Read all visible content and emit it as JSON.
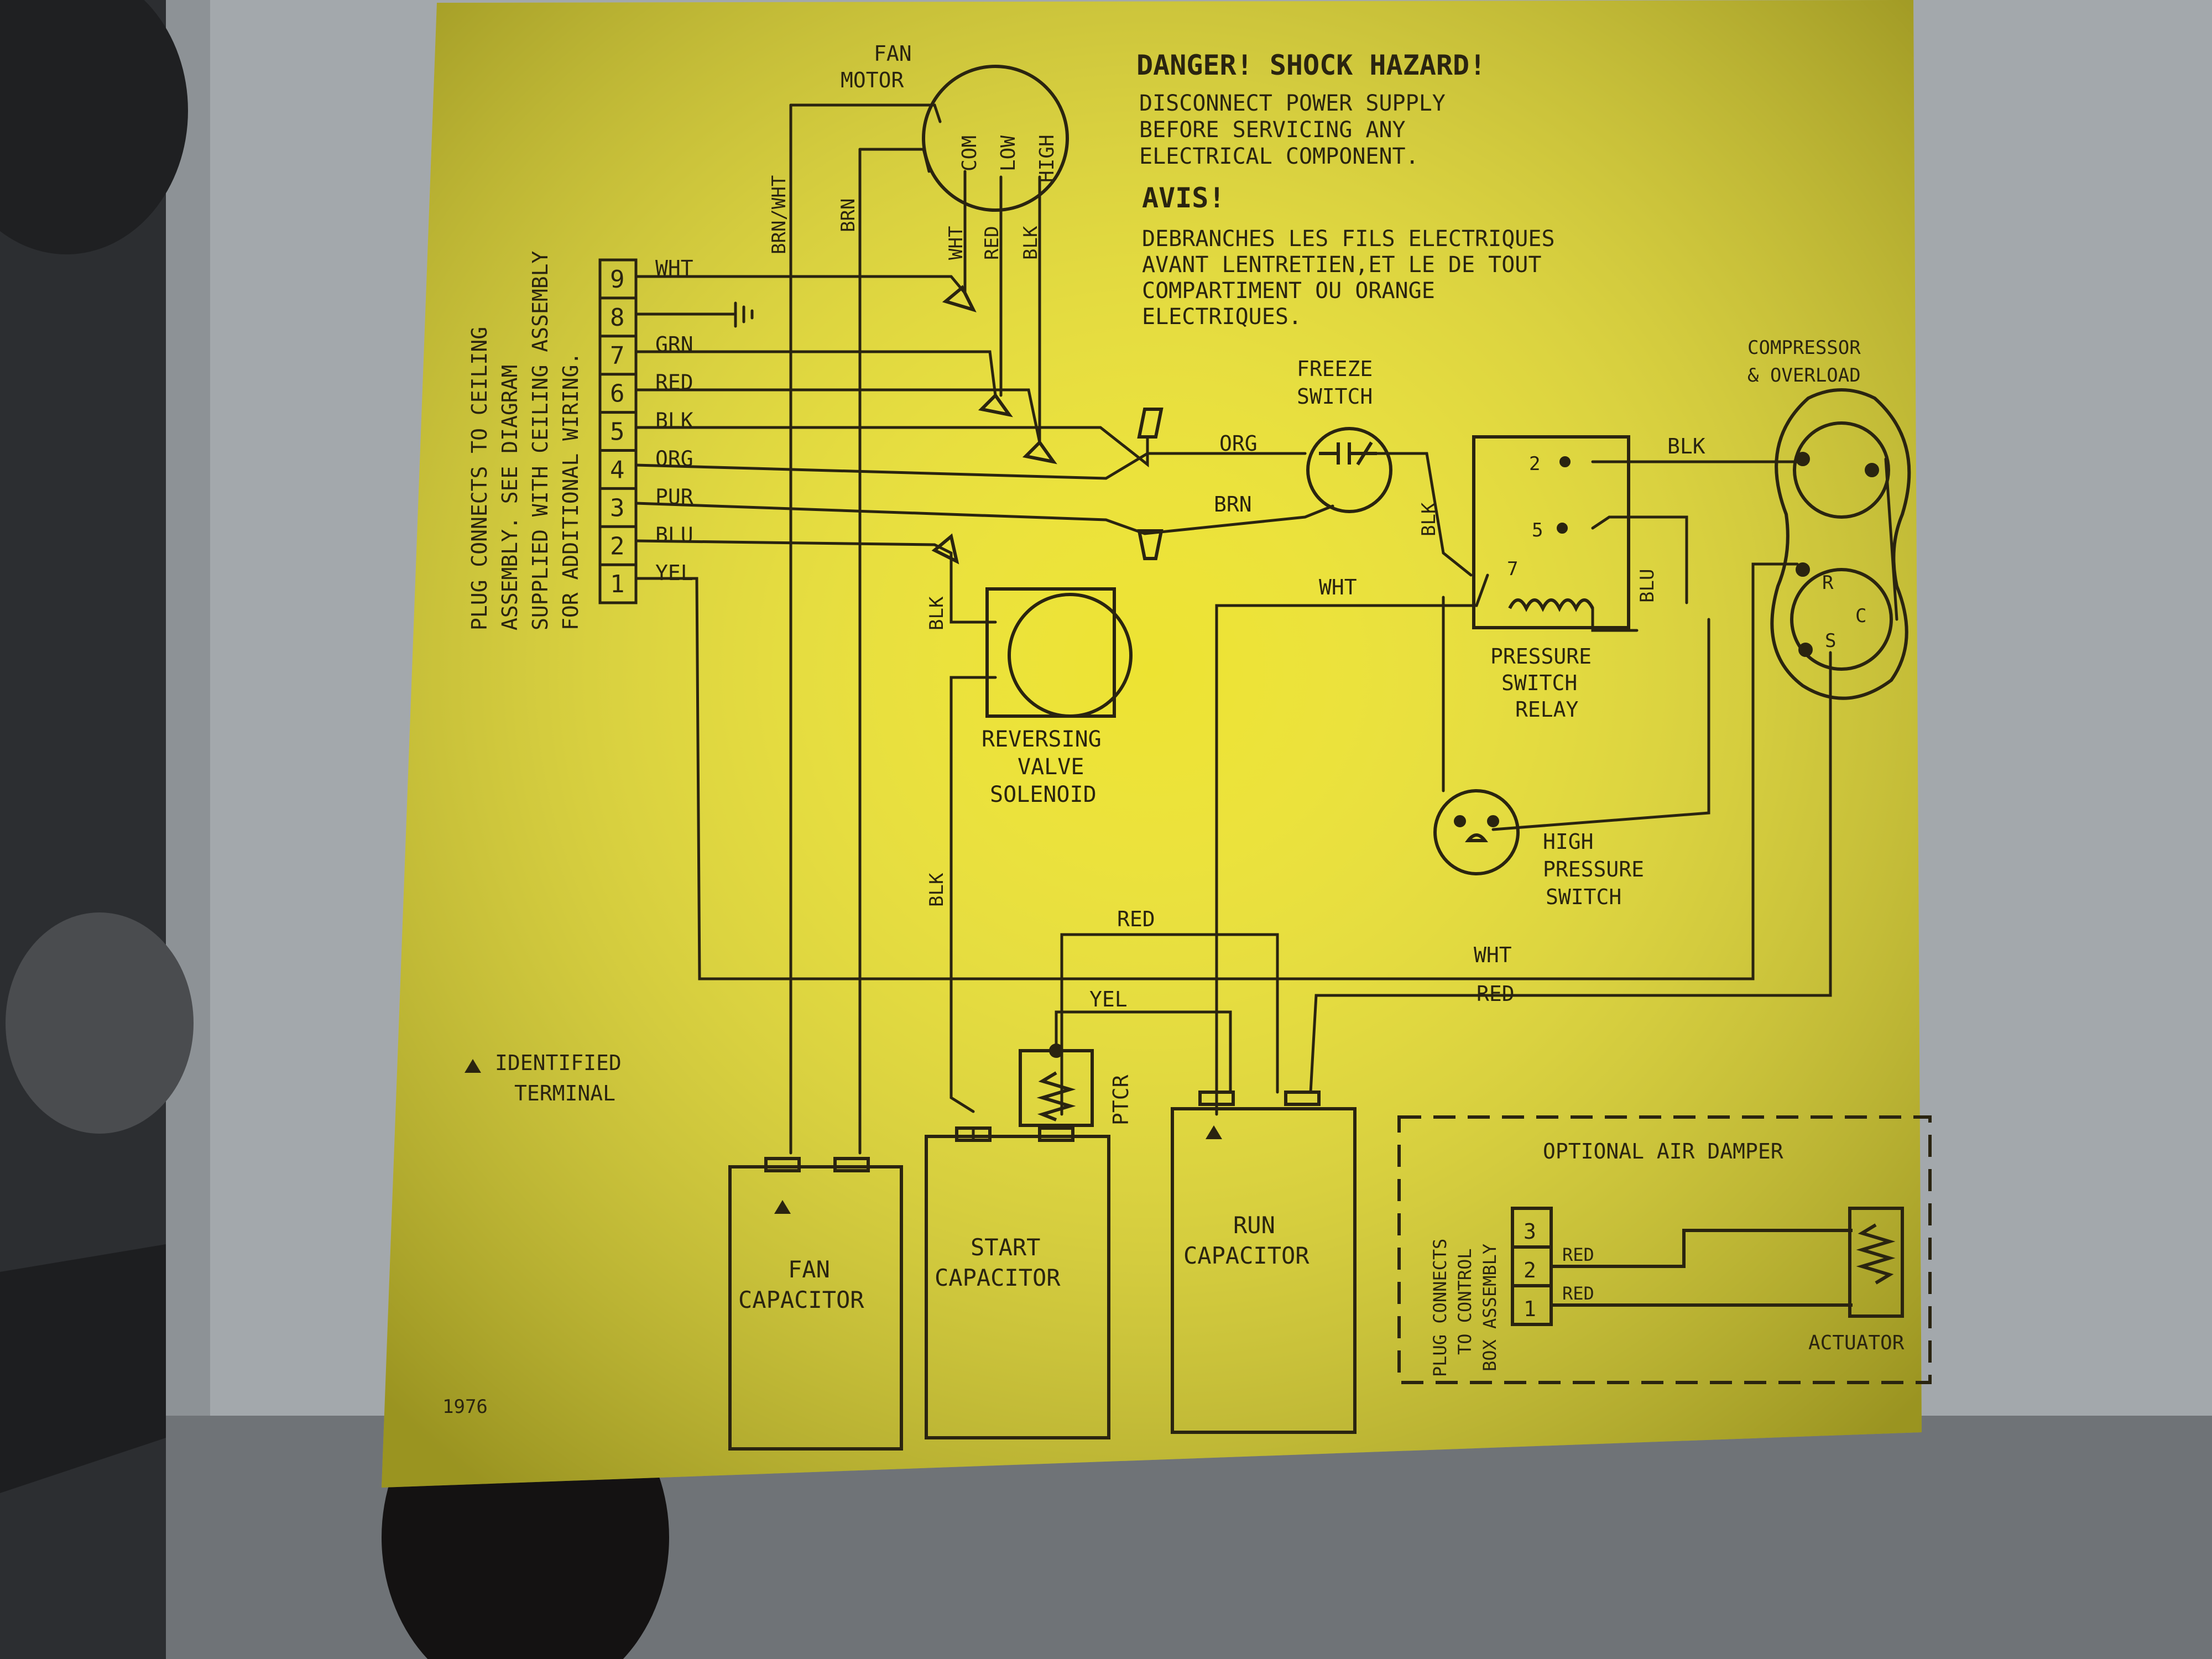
{
  "warning": {
    "heading": "DANGER! SHOCK HAZARD!",
    "lines": [
      "DISCONNECT POWER SUPPLY",
      "BEFORE SERVICING ANY",
      "ELECTRICAL COMPONENT."
    ],
    "fr_heading": "AVIS!",
    "fr_lines": [
      "DEBRANCHES LES FILS ELECTRIQUES",
      "AVANT LENTRETIEN,ET LE DE TOUT",
      "COMPARTIMENT OU ORANGE",
      "ELECTRIQUES."
    ]
  },
  "plug_note": [
    "PLUG CONNECTS TO CEILING",
    "ASSEMBLY.  SEE DIAGRAM",
    "SUPPLIED WITH CEILING ASSEMBLY",
    "FOR ADDITIONAL WIRING."
  ],
  "terminal_block": {
    "numbers": [
      "9",
      "8",
      "7",
      "6",
      "5",
      "4",
      "3",
      "2",
      "1"
    ],
    "wire_labels": [
      "WHT",
      "",
      "GRN",
      "RED",
      "BLK",
      "ORG",
      "PUR",
      "BLU",
      "YEL"
    ]
  },
  "fan_motor": {
    "title": [
      "FAN",
      "MOTOR"
    ],
    "taps": [
      "COM",
      "LOW",
      "HIGH"
    ],
    "leads": [
      "WHT",
      "RED",
      "BLK"
    ]
  },
  "vertical_wires": [
    "BRN/WHT",
    "BRN",
    "BLK",
    "BLK",
    "BLK"
  ],
  "freeze_switch": [
    "FREEZE",
    "SWITCH"
  ],
  "compressor": {
    "title": [
      "COMPRESSOR",
      "& OVERLOAD"
    ],
    "terminals": [
      "R",
      "C",
      "S"
    ]
  },
  "relay": {
    "title": [
      "PRESSURE",
      "SWITCH",
      "RELAY"
    ],
    "pins": [
      "2",
      "5",
      "7"
    ]
  },
  "reversing_valve": [
    "REVERSING",
    "VALVE",
    "SOLENOID"
  ],
  "high_pressure": [
    "HIGH",
    "PRESSURE",
    "SWITCH"
  ],
  "wire_labels": {
    "org": "ORG",
    "brn": "BRN",
    "blk_comp": "BLK",
    "wht_relay": "WHT",
    "blu_relay": "BLU",
    "red_top": "RED",
    "wht_bottom": "WHT",
    "yel": "YEL",
    "red_run": "RED"
  },
  "ptcr": "PTCR",
  "capacitors": {
    "fan": [
      "FAN",
      "CAPACITOR"
    ],
    "start": [
      "START",
      "CAPACITOR"
    ],
    "run": [
      "RUN",
      "CAPACITOR"
    ]
  },
  "legend": [
    "IDENTIFIED",
    "TERMINAL"
  ],
  "air_damper": {
    "title": "OPTIONAL AIR DAMPER",
    "plug_note": [
      "PLUG CONNECTS",
      "TO CONTROL",
      "BOX ASSEMBLY"
    ],
    "terminals": [
      "3",
      "2",
      "1"
    ],
    "wires": [
      "RED",
      "RED"
    ],
    "actuator": "ACTUATOR"
  },
  "corner_code": "1976"
}
